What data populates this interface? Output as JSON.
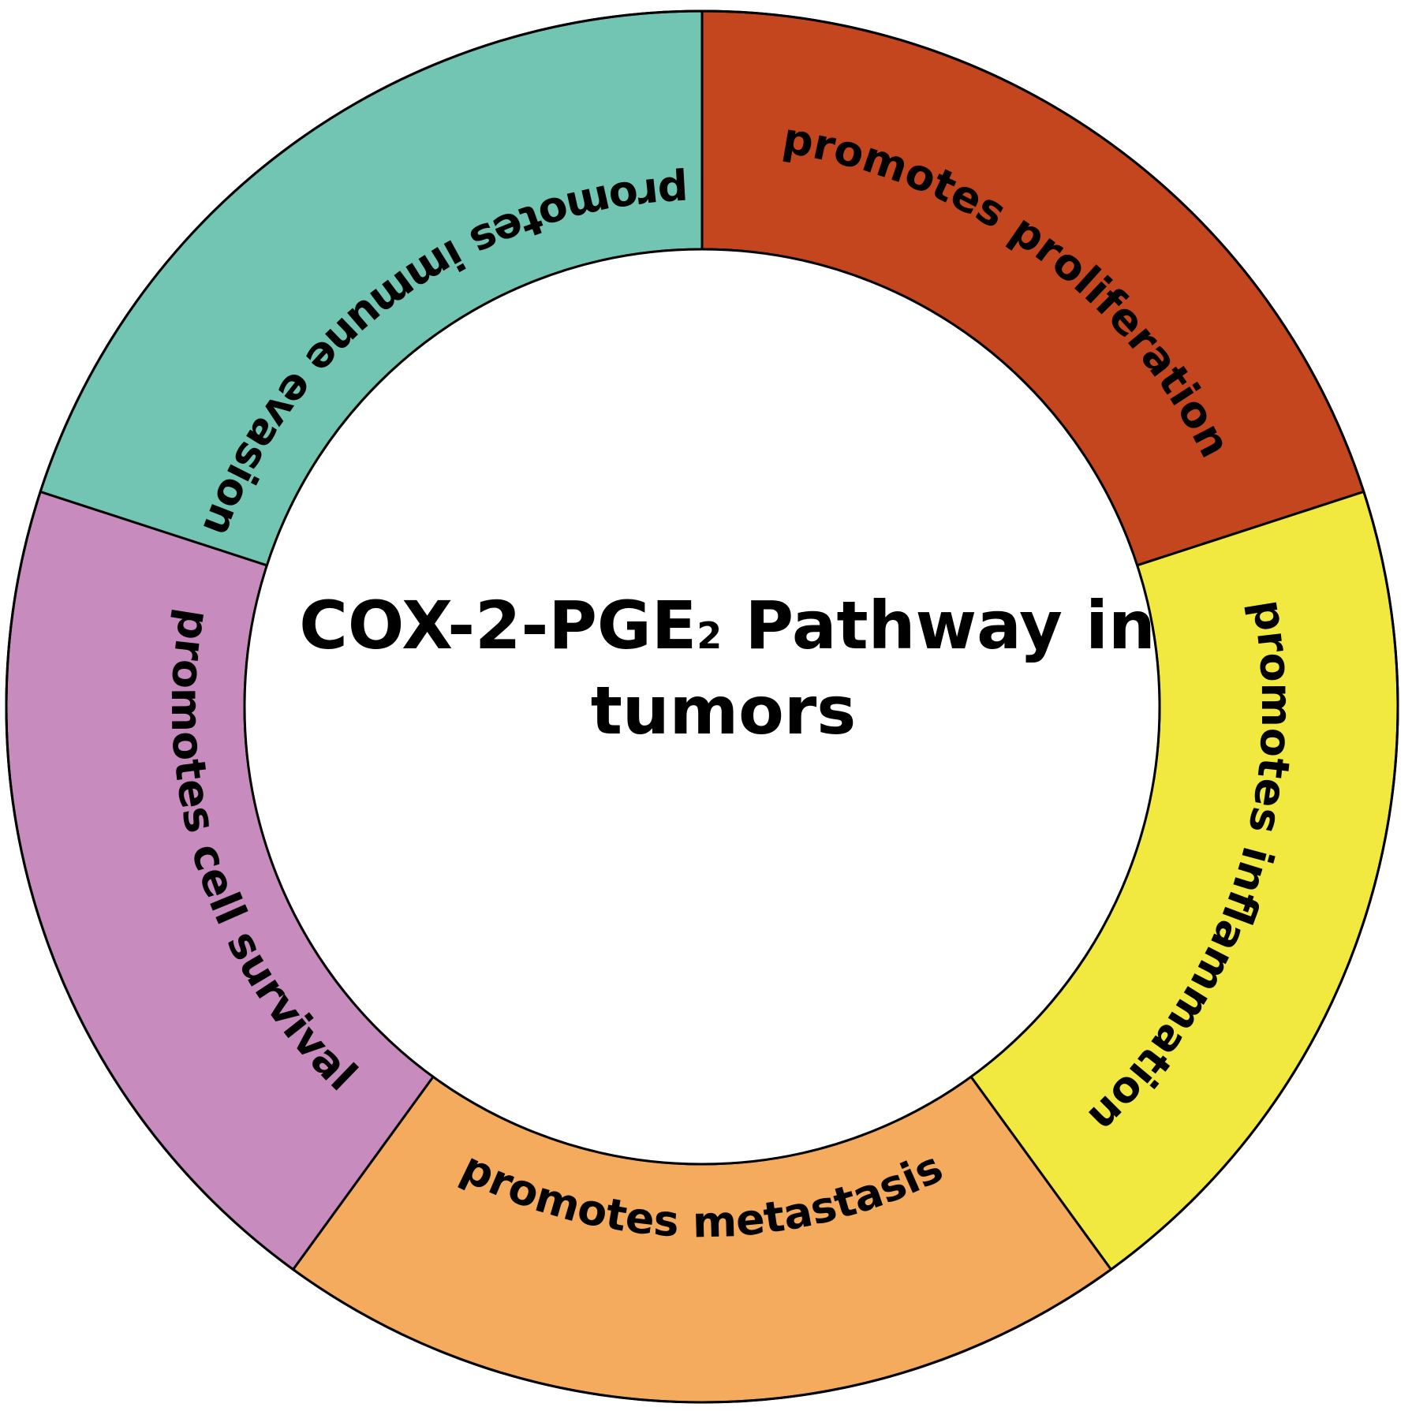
{
  "center": {
    "title_pre": "COX-2-PGE",
    "title_sub": "2",
    "title_post": " Pathway in",
    "title_line2": "tumors"
  },
  "segments": [
    {
      "id": "proliferation",
      "label": "promotes proliferation",
      "color": "#c4461e"
    },
    {
      "id": "inflammation",
      "label": "promotes inflammation",
      "color": "#f2e940"
    },
    {
      "id": "metastasis",
      "label": "promotes metastasis",
      "color": "#f5ab5e"
    },
    {
      "id": "cell-survival",
      "label": "promotes cell survival",
      "color": "#c88bbd"
    },
    {
      "id": "immune-evasion",
      "label": "promotes immune evasion",
      "color": "#73c5b3"
    }
  ]
}
